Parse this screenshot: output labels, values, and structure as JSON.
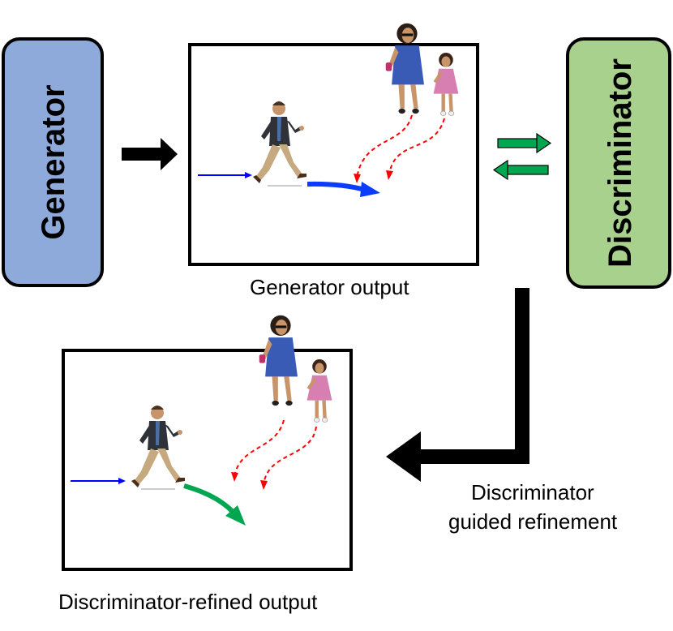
{
  "generator": {
    "label": "Generator",
    "fill": "#8eaadb"
  },
  "discriminator": {
    "label": "Discriminator",
    "fill": "#a9d18e"
  },
  "captions": {
    "generator_output": "Generator output",
    "refinement_line1": "Discriminator",
    "refinement_line2": "guided refinement",
    "refined_output": "Discriminator-refined output"
  },
  "colors": {
    "initial_path": "#0000ff",
    "predicted_path": "#0a3cff",
    "refined_path": "#00a650",
    "others_path": "#ff0000",
    "exchange_arrows": "#00a650",
    "flow_arrows": "#000000"
  },
  "icons": [
    "walking-man-icon",
    "woman-icon",
    "girl-icon"
  ]
}
